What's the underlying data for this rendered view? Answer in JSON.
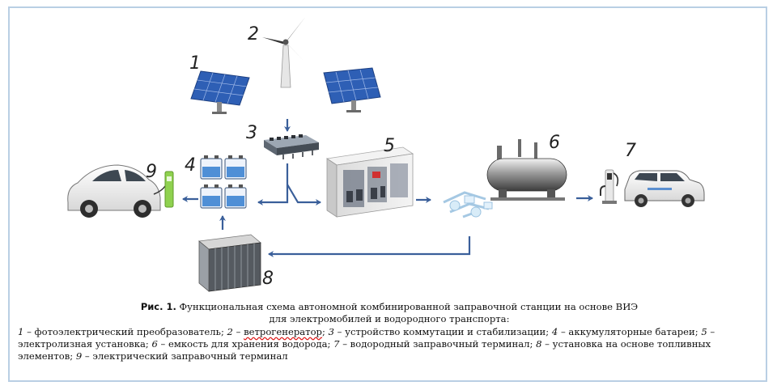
{
  "labels": {
    "n1": "1",
    "n2": "2",
    "n3": "3",
    "n4": "4",
    "n5": "5",
    "n6": "6",
    "n7": "7",
    "n8": "8",
    "n9": "9"
  },
  "caption": {
    "fig_label": "Рис. 1.",
    "title_line1": "Функциональная схема автономной комбинированной заправочной станции на основе ВИЭ",
    "title_line2": "для электромобилей и водородного транспорта:",
    "legend": [
      {
        "num": "1",
        "text": " – фотоэлектрический преобразователь; "
      },
      {
        "num": "2",
        "text": " – ",
        "wavy": "ветрогенератор",
        "after": "; "
      },
      {
        "num": "3",
        "text": " – устройство коммутации и стабилизации; "
      },
      {
        "num": "4",
        "text": " – аккумуляторные батареи; "
      },
      {
        "num": "5",
        "text": " – электролизная установка; "
      },
      {
        "num": "6",
        "text": " – емкость для хранения водорода; "
      },
      {
        "num": "7",
        "text": " – водородный заправочный терминал; "
      },
      {
        "num": "8",
        "text": " – установка на основе топливных элементов; "
      },
      {
        "num": "9",
        "text": " – электрический заправочный терминал"
      }
    ]
  },
  "colors": {
    "arrow": "#3a5f9a",
    "panel": "#2e5fb5",
    "frame": "#b9cfe4",
    "accent_green": "#8fd14f"
  }
}
